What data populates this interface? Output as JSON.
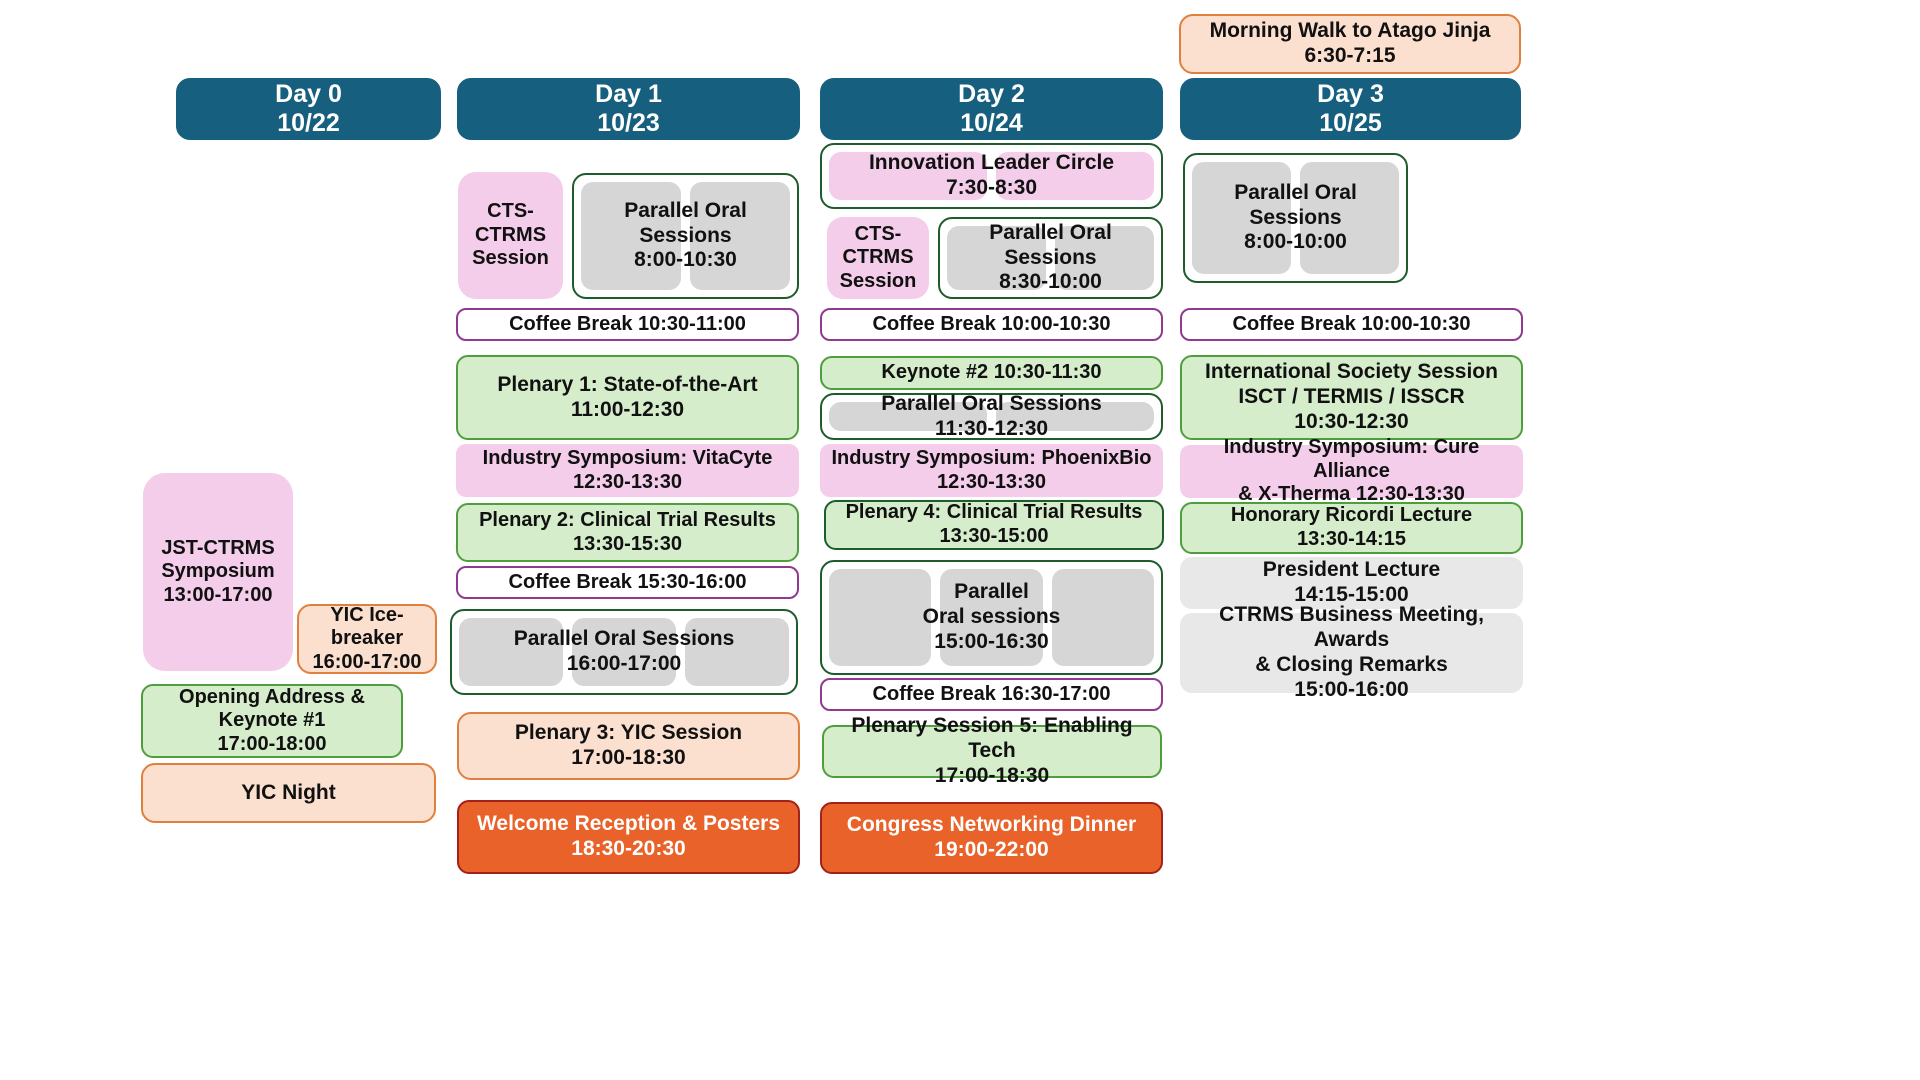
{
  "title": "Conference Program Overview",
  "palette": {
    "day_header": "#175f7e",
    "pink": "#f3cdea",
    "green_fill": "#d5edcb",
    "green_border": "#4e9e3e",
    "green_border_dark": "#1f5c2b",
    "coffee_border": "#8f3a8f",
    "grey": "#e8e8e8",
    "tile_grey": "#d6d6d6",
    "peach": "#fce0cf",
    "peach_border": "#e0803f",
    "orange": "#e8622a",
    "orange_border": "#a32118",
    "text_dark": "#111111",
    "text_light": "#ffffff"
  },
  "day_headers": [
    {
      "name": "Day 0",
      "label": "Day 0\n10/22"
    },
    {
      "name": "Day 1",
      "label": "Day 1\n10/23"
    },
    {
      "name": "Day 2",
      "label": "Day 2\n10/24"
    },
    {
      "name": "Day 3",
      "label": "Day 3\n10/25"
    }
  ],
  "pre_header": {
    "morning_walk": "Morning Walk to Atago Jinja\n6:30-7:15"
  },
  "day0": {
    "jst_symposium": "JST-CTRMS\nSymposium\n13:00-17:00",
    "yic_icebreaker": "YIC Ice-\nbreaker\n16:00-17:00",
    "opening_address": "Opening Address &\nKeynote #1\n17:00-18:00",
    "yic_night": "YIC Night"
  },
  "day1": {
    "cts_ctrms": "CTS-\nCTRMS\nSession",
    "parallel_oral_am": "Parallel Oral\nSessions\n8:00-10:30",
    "coffee_break_am": "Coffee Break 10:30-11:00",
    "plenary1": "Plenary 1: State-of-the-Art\n11:00-12:30",
    "industry_symposium": "Industry Symposium: VitaCyte\n12:30-13:30",
    "plenary2": "Plenary 2: Clinical Trial Results\n13:30-15:30",
    "coffee_break_pm": "Coffee Break 15:30-16:00",
    "parallel_oral_pm": "Parallel Oral Sessions\n16:00-17:00",
    "plenary3": "Plenary 3: YIC Session\n17:00-18:30",
    "welcome_reception": "Welcome Reception & Posters\n18:30-20:30"
  },
  "day2": {
    "innovation_leader_circle": "Innovation Leader Circle\n7:30-8:30",
    "cts_ctrms": "CTS-\nCTRMS\nSession",
    "parallel_oral_am": "Parallel Oral\nSessions\n8:30-10:00",
    "coffee_break_am": "Coffee Break 10:00-10:30",
    "keynote2": "Keynote #2 10:30-11:30",
    "parallel_oral_mid": "Parallel Oral Sessions\n11:30-12:30",
    "industry_symposium": "Industry Symposium: PhoenixBio\n12:30-13:30",
    "plenary4": "Plenary 4: Clinical Trial Results\n13:30-15:00",
    "parallel_oral_pm": "Parallel\nOral sessions\n15:00-16:30",
    "coffee_break_pm": "Coffee Break 16:30-17:00",
    "plenary5": "Plenary Session 5: Enabling Tech\n17:00-18:30",
    "networking_dinner": "Congress Networking Dinner\n19:00-22:00"
  },
  "day3": {
    "parallel_oral_am": "Parallel Oral\nSessions\n8:00-10:00",
    "coffee_break_am": "Coffee Break 10:00-10:30",
    "international_society": "International Society Session\nISCT / TERMIS / ISSCR\n10:30-12:30",
    "industry_symposium": "Industry Symposium: Cure Alliance\n& X-Therma 12:30-13:30",
    "honorary_ricordi": "Honorary Ricordi Lecture\n13:30-14:15",
    "president_lecture": "President Lecture\n14:15-15:00",
    "business_meeting": "CTRMS Business Meeting, Awards\n& Closing Remarks\n15:00-16:00"
  }
}
